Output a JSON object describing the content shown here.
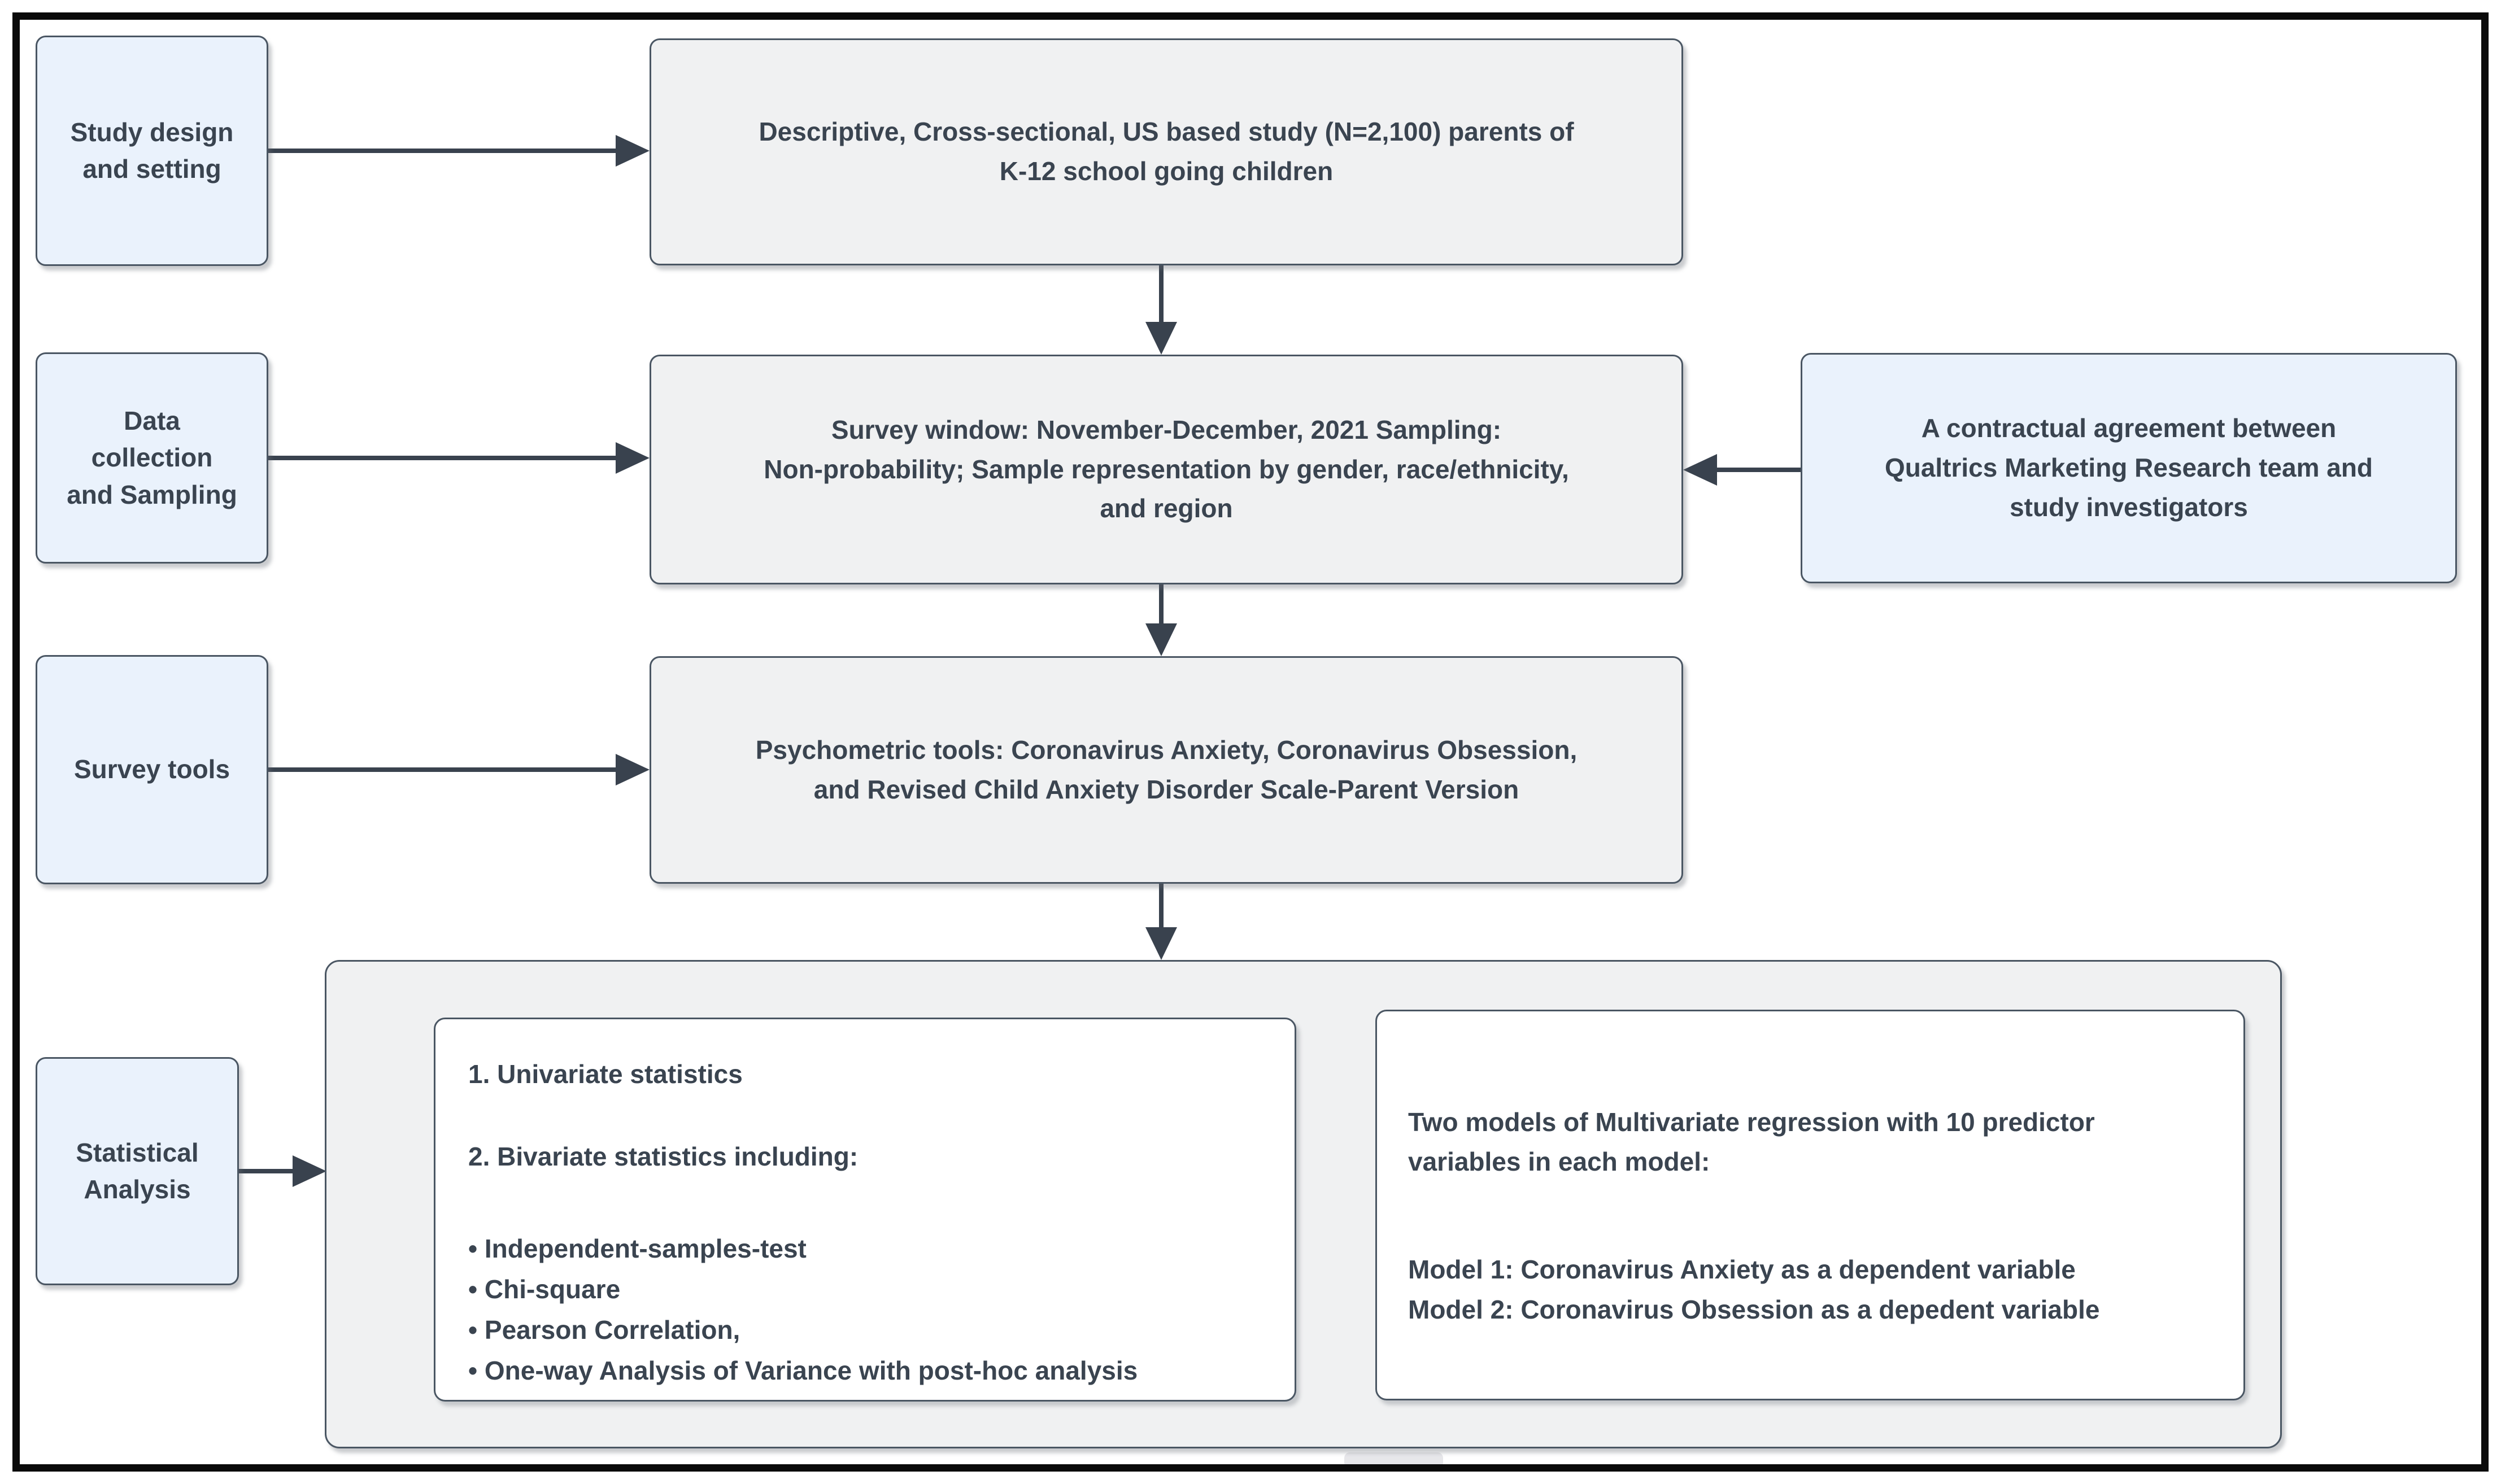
{
  "nodes": {
    "study_design": {
      "label": "Study design\nand setting"
    },
    "study_description": {
      "label": "Descriptive, Cross-sectional, US based study (N=2,100) parents of\nK-12 school going children"
    },
    "data_collection": {
      "label": "Data\ncollection\nand Sampling"
    },
    "survey_window": {
      "label": "Survey window: November-December, 2021 Sampling:\nNon-probability; Sample representation by gender, race/ethnicity,\nand region"
    },
    "contract_agreement": {
      "label": "A contractual agreement between\nQualtrics Marketing Research team and\nstudy investigators"
    },
    "survey_tools": {
      "label": "Survey tools"
    },
    "psychometric_tools": {
      "label": "Psychometric tools: Coronavirus Anxiety, Coronavirus Obsession,\nand Revised Child Anxiety Disorder Scale-Parent Version"
    },
    "statistical_analysis": {
      "label": "Statistical\nAnalysis"
    },
    "univariate_bivariate": {
      "item1": "1. Univariate statistics",
      "item2": "2. Bivariate statistics including:",
      "bullets": [
        "• Independent-samples-test",
        "• Chi-square",
        "• Pearson Correlation,",
        "• One-way Analysis of Variance with post-hoc analysis"
      ]
    },
    "regression_models": {
      "heading": "Two models of Multivariate regression with 10 predictor\nvariables in each model:",
      "model1": "Model 1: Coronavirus Anxiety as a dependent variable",
      "model2": "Model 2: Coronavirus Obsession as a depedent variable"
    }
  },
  "colors": {
    "side_box_fill": "#eaf2fc",
    "process_box_fill": "#f0f1f2",
    "inner_box_fill": "#ffffff",
    "box_border": "#4a5663",
    "arrow": "#39424e",
    "text": "#3a4450",
    "frame": "#0a0a0a"
  }
}
